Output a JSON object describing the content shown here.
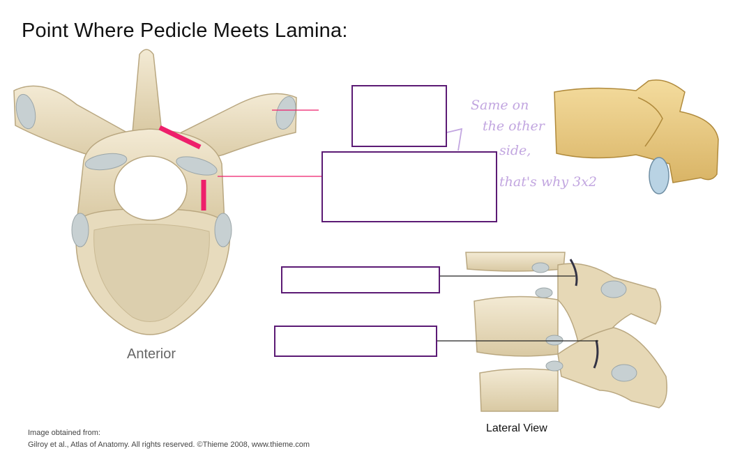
{
  "slide": {
    "title": "Point Where Pedicle Meets Lamina:",
    "anterior_label": "Anterior",
    "lateral_label": "Lateral View",
    "credit_line1": "Image obtained from:",
    "credit_line2": "Gilroy et al., Atlas of Anatomy. All rights reserved. ©Thieme 2008, www.thieme.com"
  },
  "annotation": {
    "lines": [
      "Same on",
      "the other",
      "side,",
      "that's why 3x2"
    ]
  },
  "colors": {
    "highlight": "#ee1f6b",
    "box_border": "#5b1a74",
    "handwriting": "#c2a6e0",
    "bone": "#e8dcc0"
  }
}
